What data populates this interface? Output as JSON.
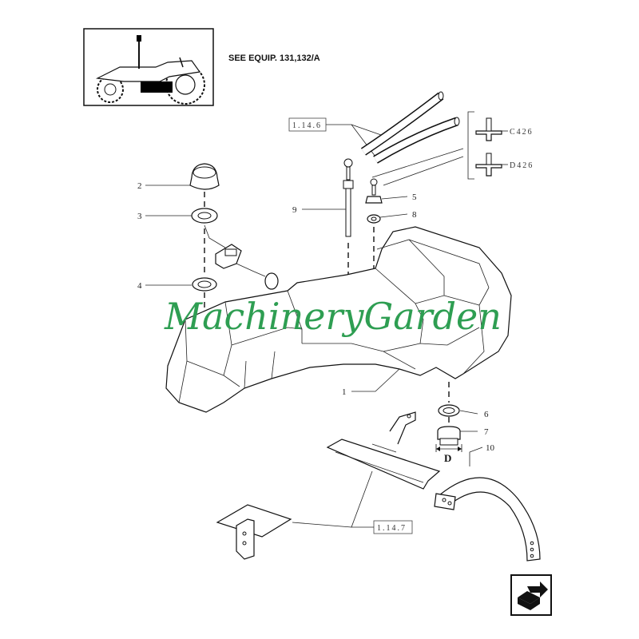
{
  "header": {
    "see_equip": "SEE EQUIP. 131,132/A"
  },
  "callouts": [
    "1",
    "2",
    "3",
    "4",
    "5",
    "6",
    "7",
    "8",
    "9",
    "10"
  ],
  "references": {
    "hose_ref": "1.14.6",
    "bracket_ref": "1.14.7",
    "fitting_c": "C426",
    "fitting_d": "D426"
  },
  "detail_label": "D",
  "watermark": "MachineryGarden",
  "icons": [
    "tractor-thumbnail-icon",
    "next-page-icon"
  ],
  "colors": {
    "watermark": "#2e9e52",
    "line": "#111111"
  }
}
